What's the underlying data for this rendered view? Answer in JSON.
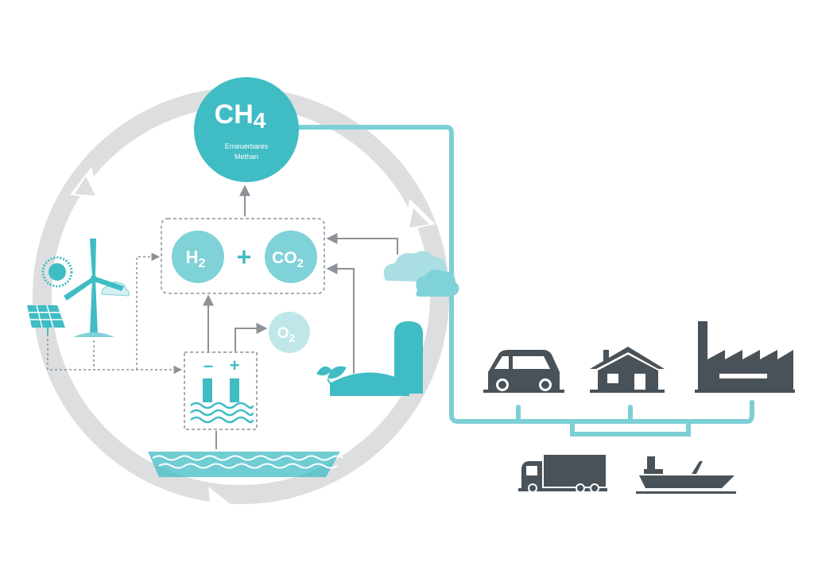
{
  "methane": {
    "formula_main": "CH",
    "formula_sub": "4",
    "caption_line1": "Erneuerbares",
    "caption_line2": "Methan"
  },
  "hydrogen": {
    "main": "H",
    "sub": "2"
  },
  "plus_sign": "+",
  "carbon_dioxide": {
    "main": "CO",
    "sub": "2"
  },
  "oxygen": {
    "main": "O",
    "sub": "2"
  },
  "electrolyzer": {
    "minus": "–",
    "plus": "+"
  },
  "consumers": [
    "car-icon",
    "house-icon",
    "factory-icon",
    "truck-icon",
    "ship-icon"
  ],
  "colors": {
    "teal": "#3fbcc4",
    "teal_light": "#7fd2d7",
    "teal_pale": "#bfe7ea",
    "ring_gray": "#dcdee0",
    "icon_dark": "#4a5259",
    "line_teal": "#7ccfd5"
  }
}
